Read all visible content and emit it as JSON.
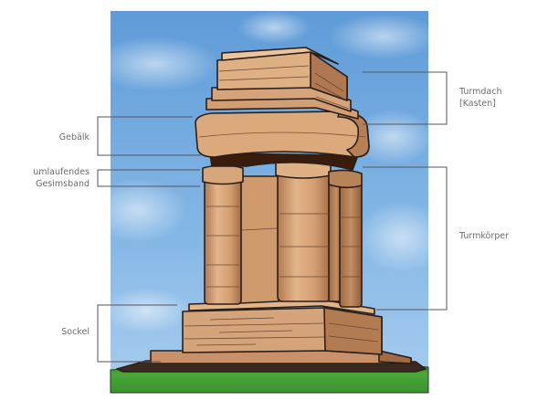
{
  "labels": {
    "turmdach": [
      "Turmdach",
      "[Kasten]"
    ],
    "gebaelk": "Gebälk",
    "gesimsband": [
      "umlaufendes",
      "Gesimsband"
    ],
    "turmkoerper": "Turmkörper",
    "sockel": "Sockel"
  },
  "colors": {
    "stone": "#d9a77a",
    "stone_shadow": "#b47b52",
    "stone_light": "#e9c29d",
    "outline": "#2a1f18",
    "grass": "#3e9a32",
    "sky": "#6fa6dc",
    "leader_line": "#555555"
  }
}
